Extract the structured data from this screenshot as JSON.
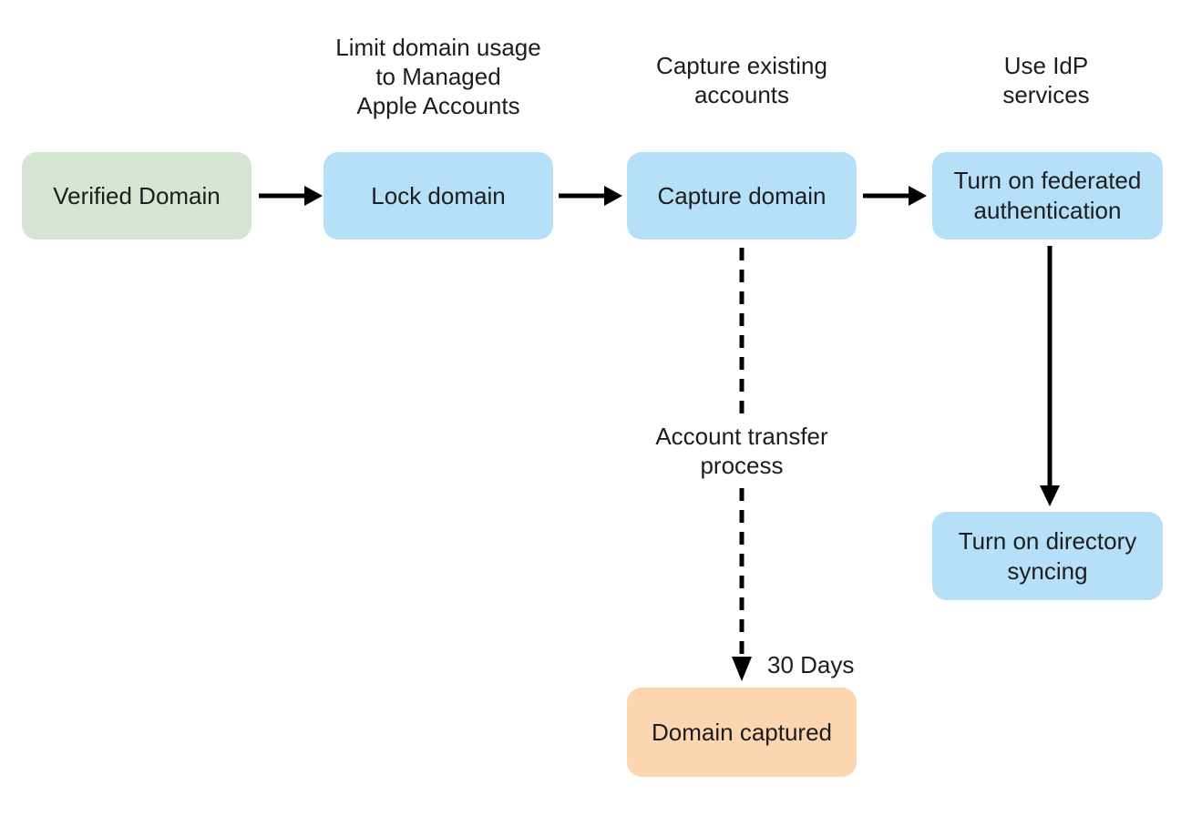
{
  "diagram": {
    "background_color": "#ffffff",
    "text_color": "#1d1d1f",
    "arrow_color": "#000000",
    "nodes": [
      {
        "id": "verified-domain",
        "label": "Verified Domain",
        "fill": "#d5e7d3"
      },
      {
        "id": "lock-domain",
        "label": "Lock domain",
        "fill": "#b5e0f7"
      },
      {
        "id": "capture-domain",
        "label": "Capture domain",
        "fill": "#b5e0f7"
      },
      {
        "id": "federated-authentication",
        "label": "Turn on federated\nauthentication",
        "fill": "#b5e0f7"
      },
      {
        "id": "directory-syncing",
        "label": "Turn on directory\nsyncing",
        "fill": "#b5e0f7"
      },
      {
        "id": "domain-captured",
        "label": "Domain captured",
        "fill": "#fcd6b1"
      }
    ],
    "annotations": [
      {
        "id": "limit-domain-usage",
        "text": "Limit domain usage\nto Managed\nApple Accounts"
      },
      {
        "id": "capture-existing-accounts",
        "text": "Capture existing\naccounts"
      },
      {
        "id": "use-idp-services",
        "text": "Use IdP\nservices"
      },
      {
        "id": "account-transfer-process",
        "text": "Account transfer\nprocess"
      },
      {
        "id": "thirty-days",
        "text": "30 Days"
      }
    ],
    "edges": [
      {
        "from": "verified-domain",
        "to": "lock-domain",
        "style": "solid"
      },
      {
        "from": "lock-domain",
        "to": "capture-domain",
        "style": "solid"
      },
      {
        "from": "capture-domain",
        "to": "federated-authentication",
        "style": "solid"
      },
      {
        "from": "federated-authentication",
        "to": "directory-syncing",
        "style": "solid"
      },
      {
        "from": "capture-domain",
        "to": "domain-captured",
        "style": "dashed"
      }
    ]
  }
}
